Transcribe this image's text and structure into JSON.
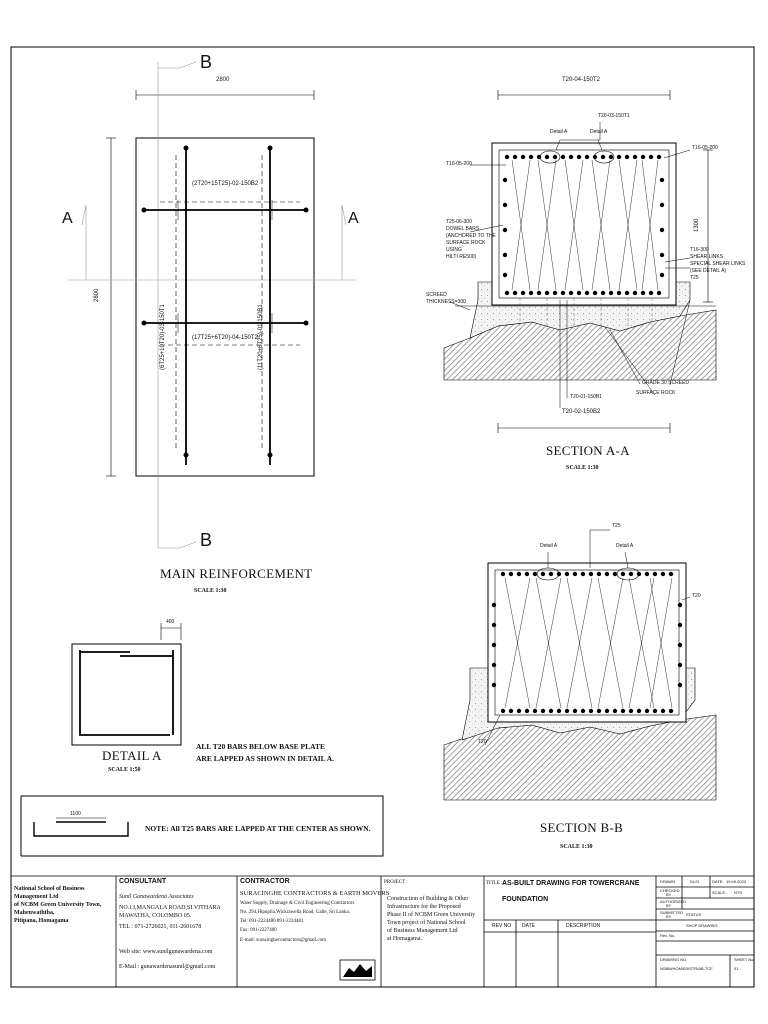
{
  "main_reinforcement": {
    "title": "MAIN REINFORCEMENT",
    "scale": "SCALE 1:30",
    "dim_width": "2800",
    "dim_height": "2800",
    "bar_top": "(2T20+15T25)-02-150B2",
    "bar_bottom": "(17T25+6T20)-04-150T2",
    "bar_left": "(6T25+10T20)-03-150T1",
    "bar_right": "(11T20+6T25)-01-150B1",
    "section_a_left": "A",
    "section_a_right": "A",
    "section_b_top": "B",
    "section_b_bottom": "B"
  },
  "section_aa": {
    "title": "SECTION A-A",
    "scale": "SCALE 1:30",
    "top_dim": "T20-04-150T2",
    "top_bar": "T20-03-150T1",
    "detail_a_1": "Detail A",
    "detail_a_2": "Detail A",
    "t16_left": "T16-05-200",
    "t16_right": "T16-05-200",
    "t25_dowel": [
      "T25-06-300",
      "DOWEL BARS",
      "(ANCHORED TO THE",
      "SURFACE ROCK",
      "USING",
      "HILTI RE500)"
    ],
    "height_dim": "1300",
    "shear_links": [
      "T16-300",
      "SHEAR LINKS",
      "SPECIAL SHEAR LINKS",
      "(SEE DETAIL A)",
      "T25"
    ],
    "screed": [
      "SCREED",
      "THICKNESS=300"
    ],
    "grade_screed": "GRADE 30 SCREED",
    "surface_rock": "SURFACE ROCK",
    "bottom_bar_1": "T20-01-150B1",
    "bottom_bar_2": "T20-02-150B2"
  },
  "section_bb": {
    "title": "SECTION B-B",
    "scale": "SCALE 1:30",
    "detail_a_1": "Detail A",
    "detail_a_2": "Detail A",
    "t25": "T25",
    "t20_right": "T20",
    "t20_left": "T20"
  },
  "detail_a": {
    "title": "DETAIL A",
    "scale": "SCALE 1:50",
    "dim": "400",
    "note": [
      "ALL T20 BARS BELOW BASE PLATE",
      "ARE LAPPED AS SHOWN IN DETAIL A."
    ]
  },
  "lap_note": {
    "dim": "1100",
    "note": "NOTE: All T25 BARS ARE LAPPED AT THE CENTER AS SHOWN."
  },
  "title_block": {
    "client": [
      "National School of Business",
      "Management Ltd",
      "of NCBM Green University Town,",
      "Mahenwaththa,",
      "Pitipana, Homagama"
    ],
    "consultant_label": "CONSULTANT",
    "consultant_name": "Sunil Gunawardena Associates",
    "consultant_address": "NO.13,MANGALA ROAD,SI.VITHARA MAWATHA, COLOMBO 05.",
    "consultant_tel": "TEL : 071-2726021, 011-2601678",
    "consultant_web": "Web site: www.sunilgunawardena.com",
    "consultant_email": "E-Mail : gunawardenasunil@gmail.com",
    "contractor_label": "CONTRACTOR",
    "contractor_name": "SURACINGHE CONTRACTORS & EARTH MOVERS",
    "contractor_desc": "Water Supply, Drainage & Civil Engineering Contractors",
    "contractor_address": "No. 294,Hipupila,Wickrawella Road, Galle, Sri Lanka.",
    "contractor_tel": "Tel: 091-2224480 091-2224481",
    "contractor_fax": "Fax: 091-2227400",
    "contractor_email": "E-mail: suracinghecontractors@gmail.com",
    "project_label": "PROJECT :",
    "project_text": [
      "Construction of Building & Other",
      "Infrastructure for the Proposed",
      "Phase II of NCBM Green University",
      "Town project of National School",
      "of Business Management Ltd",
      "at Homagama."
    ],
    "title_label": "TITLE :",
    "title_text": [
      "AS-BUILT DRAWING FOR TOWERCRANE",
      "FOUNDATION"
    ],
    "rev_no": "REV NO",
    "date_col": "DATE",
    "description_col": "DESCRIPTION",
    "drawn": "DRAWN",
    "drawn_by": "DLSI",
    "date_label": "DATE:",
    "date_value": "19.09.2023",
    "checked": [
      "CHECKED",
      "BY"
    ],
    "scale_label": "SCALE :",
    "scale_value": "NTS",
    "authorized": [
      "AUTHORIZED",
      "BY"
    ],
    "submitted": [
      "SUBMITTED",
      "BY"
    ],
    "status_label": "STATUS :",
    "status_value": "SHOP DRAWING",
    "rev_label": "Rev. No.",
    "drawing_no_label": "DRAWING NO.",
    "drawing_no": "NSBM/HOM/B3/STR/AB-TCF",
    "sheet_label": "SHEET No.",
    "sheet_no": "01"
  }
}
